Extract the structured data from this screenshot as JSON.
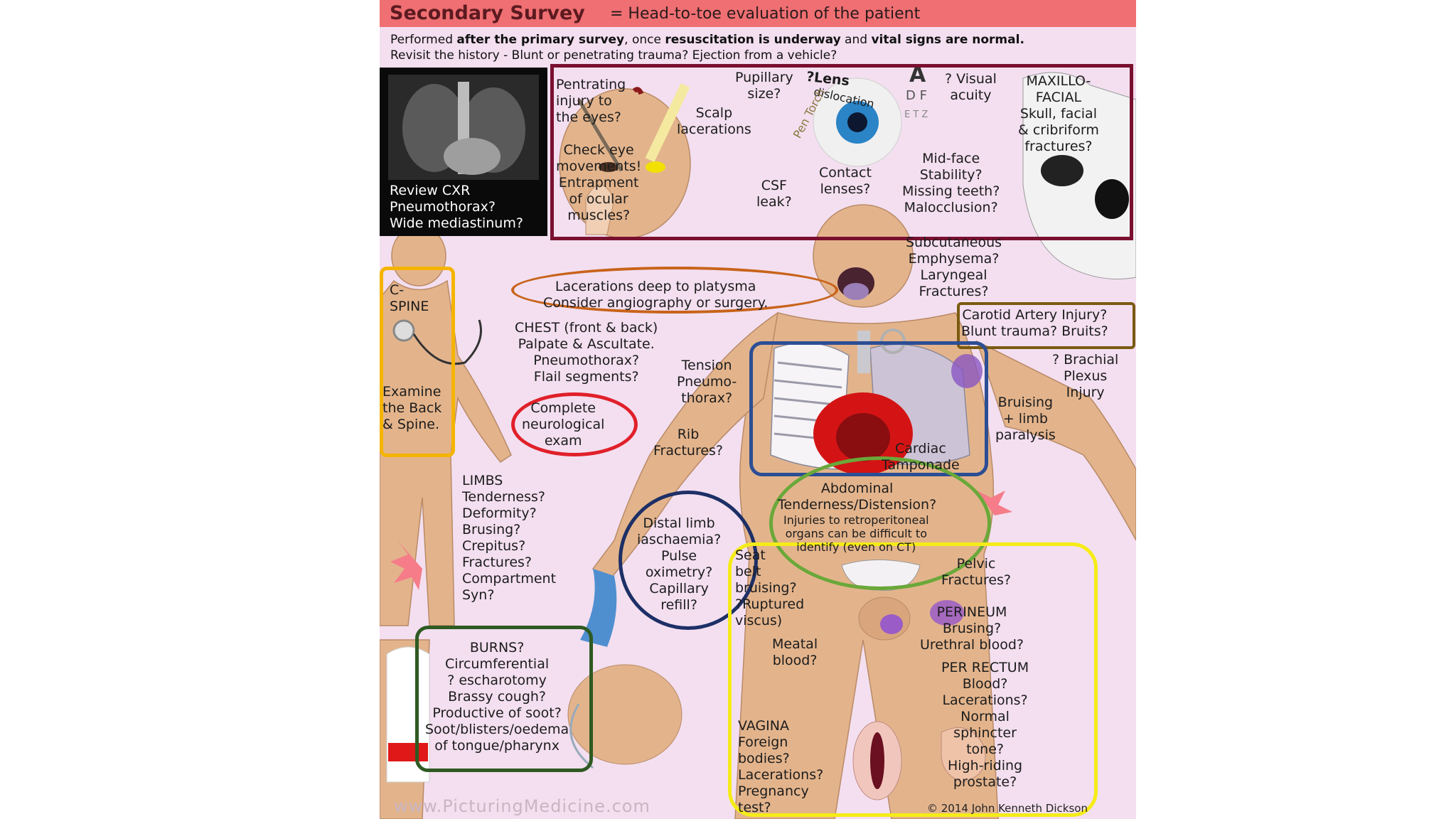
{
  "header": {
    "title": "Secondary Survey",
    "subtitle": "= Head-to-toe evaluation of the patient"
  },
  "intro": {
    "line1_a": "Performed ",
    "line1_b": "after the primary survey",
    "line1_c": ", once ",
    "line1_d": "resuscitation is underway",
    "line1_e": " and ",
    "line1_f": "vital signs are normal.",
    "line2": "Revisit the history - Blunt or penetrating trauma? Ejection from a vehicle?"
  },
  "xray": {
    "caption": "Review CXR\nPneumothorax?\nWide mediastinum?"
  },
  "head": {
    "penetrating": "Pentrating\ninjury to\nthe eyes?",
    "pupillary": "Pupillary\nsize?",
    "lens": "?Lens",
    "dislocation": "dislocation",
    "visual": "? Visual\nacuity",
    "scalp": "Scalp\nlacerations",
    "eye_movements": "Check eye\nmovements!\nEntrapment\nof ocular\nmuscles?",
    "csf": "CSF\nleak?",
    "contact": "Contact\nlenses?",
    "midface": "Mid-face\nStability?\nMissing teeth?\nMalocclusion?",
    "maxillo": "MAXILLO-\nFACIAL\nSkull, facial\n& cribriform\nfractures?",
    "pen_torch": "Pen Torch"
  },
  "neck": {
    "subcut": "Subcutaneous\nEmphysema?\nLaryngeal\nFractures?",
    "platysma": "Lacerations deep to platysma\nConsider angiography or surgery.",
    "carotid": "Carotid Artery Injury?\nBlunt trauma? Bruits?"
  },
  "spine": {
    "cspine": "C-\nSPINE",
    "back": "Examine\nthe Back\n& Spine."
  },
  "chest": {
    "main": "CHEST (front & back)\nPalpate & Ascultate.\nPneumothorax?\nFlail segments?",
    "tension": "Tension\nPneumo-\nthorax?",
    "rib": "Rib\nFractures?",
    "tamponade": "Cardiac\nTamponade",
    "brachial": "? Brachial\nPlexus\nInjury",
    "bruising": "Bruising\n+ limb\nparalysis"
  },
  "neuro": "Complete\nneurological\nexam",
  "limbs": "LIMBS\nTenderness?\nDeformity?\nBrusing?\nCrepitus?\nFractures?\nCompartment\nSyn?",
  "distal": "Distal limb\niaschaemia?\nPulse\noximetry?\nCapillary\nrefill?",
  "abdomen": {
    "title": "Abdominal\nTenderness/Distension?",
    "detail": "Injuries to retroperitoneal\norgans can be difficult to\nidentify (even on CT)"
  },
  "pelvis": {
    "seatbelt": "Seat\nbelt\nbruising?\n?Ruptured\nviscus)",
    "pelvic": "Pelvic\nFractures?",
    "perineum": "PERINEUM\nBrusing?\nUrethral blood?",
    "meatal": "Meatal\nblood?",
    "rectum": "PER RECTUM\nBlood?\nLacerations?\nNormal\nsphincter\ntone?\nHigh-riding\nprostate?",
    "vagina": "VAGINA\nForeign\nbodies?\nLacerations?\nPregnancy\ntest?"
  },
  "burns": "BURNS?\nCircumferential\n? escharotomy\nBrassy cough?\nProductive of soot?\nSoot/blisters/oedema\nof tongue/pharynx",
  "footer": {
    "watermark": "www.PicturingMedicine.com",
    "copyright": "© 2014 John Kenneth Dickson"
  },
  "colors": {
    "header_bg": "#ef6f72",
    "head_box": "#7a1030",
    "cspine_box": "#f5b400",
    "platysma": "#c8631a",
    "carotid_box": "#7a5a10",
    "chest_box": "#2c4e94",
    "neuro": "#e0202a",
    "distal": "#1d2f66",
    "abdomen": "#6aa83a",
    "pelvis_box": "#f5ec18",
    "burns_box": "#2f5a22",
    "skin": "#e3b48c"
  }
}
